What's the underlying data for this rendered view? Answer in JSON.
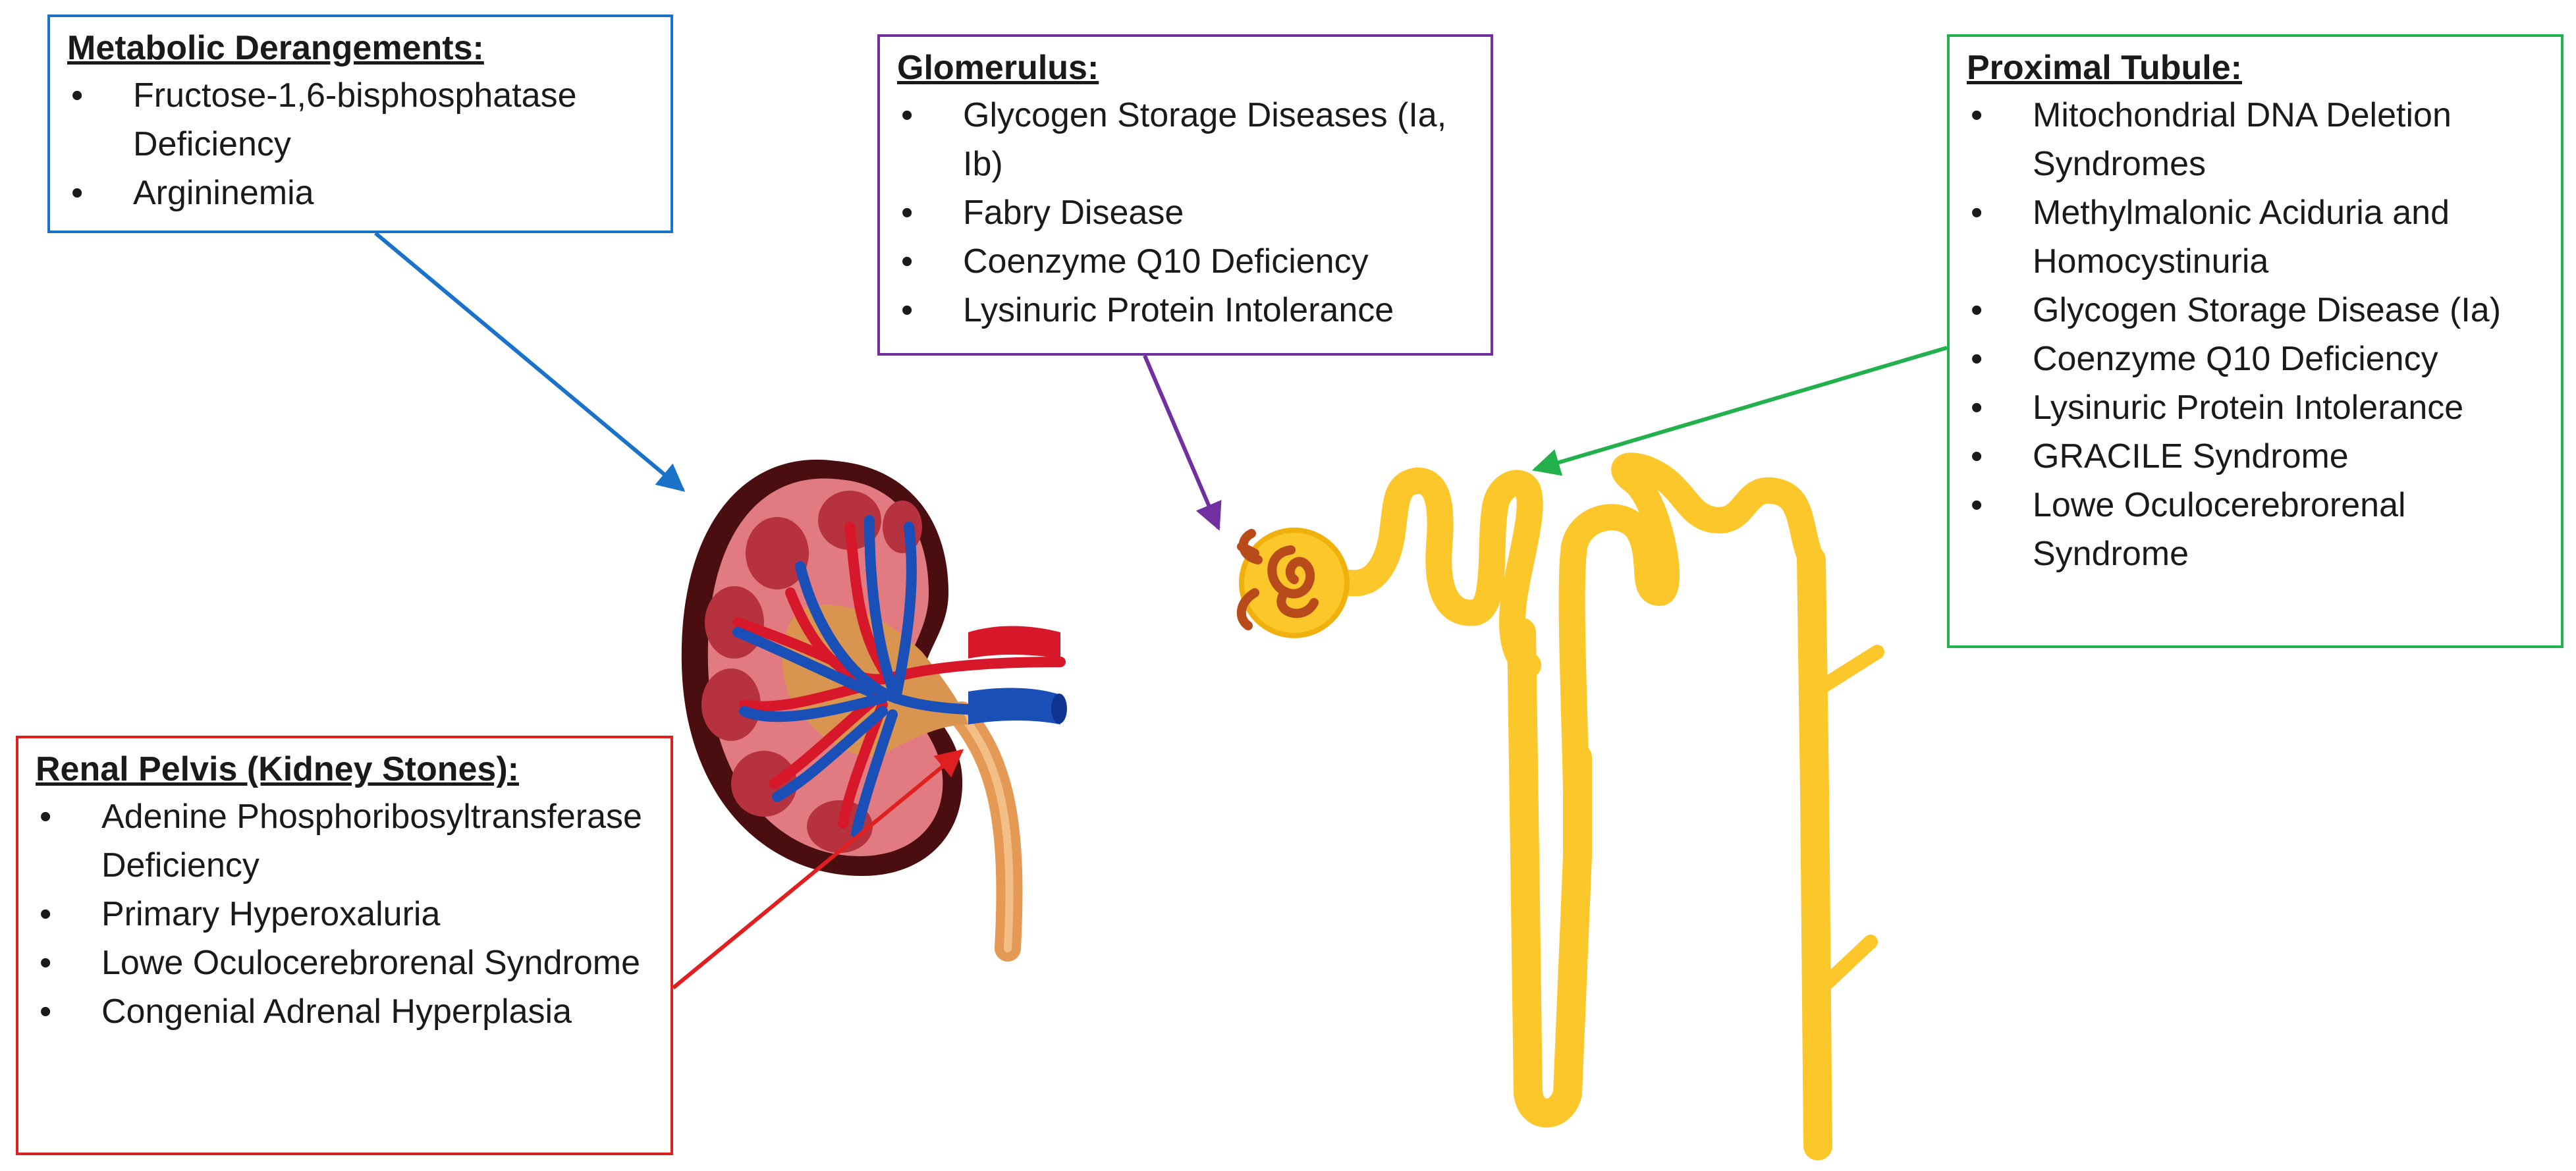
{
  "colors": {
    "metabolic": "#1a73c8",
    "glomerulus": "#7030a0",
    "proximal": "#22b14c",
    "pelvis": "#e02020",
    "tubule": "#fcc72a",
    "capsule": "#4a0e10",
    "kidney_flesh": "#e27a82",
    "pyramid": "#b7323f",
    "pelvis_fill": "#d9944f",
    "artery": "#d7182a",
    "vein": "#1b4fb8",
    "ureter": "#e49a55"
  },
  "metabolic": {
    "title": "Metabolic Derangements:",
    "items": [
      "Fructose-1,6-bisphosphatase Deficiency",
      "Argininemia"
    ]
  },
  "glomerulus": {
    "title": "Glomerulus:",
    "items": [
      "Glycogen Storage Diseases (Ia, Ib)",
      "Fabry Disease",
      "Coenzyme Q10 Deficiency",
      "Lysinuric Protein Intolerance"
    ]
  },
  "proximal": {
    "title": "Proximal Tubule:",
    "items": [
      "Mitochondrial DNA Deletion Syndromes",
      "Methylmalonic Aciduria and Homocystinuria",
      "Glycogen Storage Disease (Ia)",
      "Coenzyme Q10 Deficiency",
      "Lysinuric Protein Intolerance",
      "GRACILE Syndrome",
      "Lowe Oculocerebrorenal Syndrome"
    ]
  },
  "pelvis": {
    "title": "Renal Pelvis (Kidney Stones):",
    "items": [
      "Adenine Phosphoribosyltransferase Deficiency",
      "Primary Hyperoxaluria",
      "Lowe Oculocerebrorenal Syndrome",
      "Congenial Adrenal Hyperplasia"
    ]
  }
}
